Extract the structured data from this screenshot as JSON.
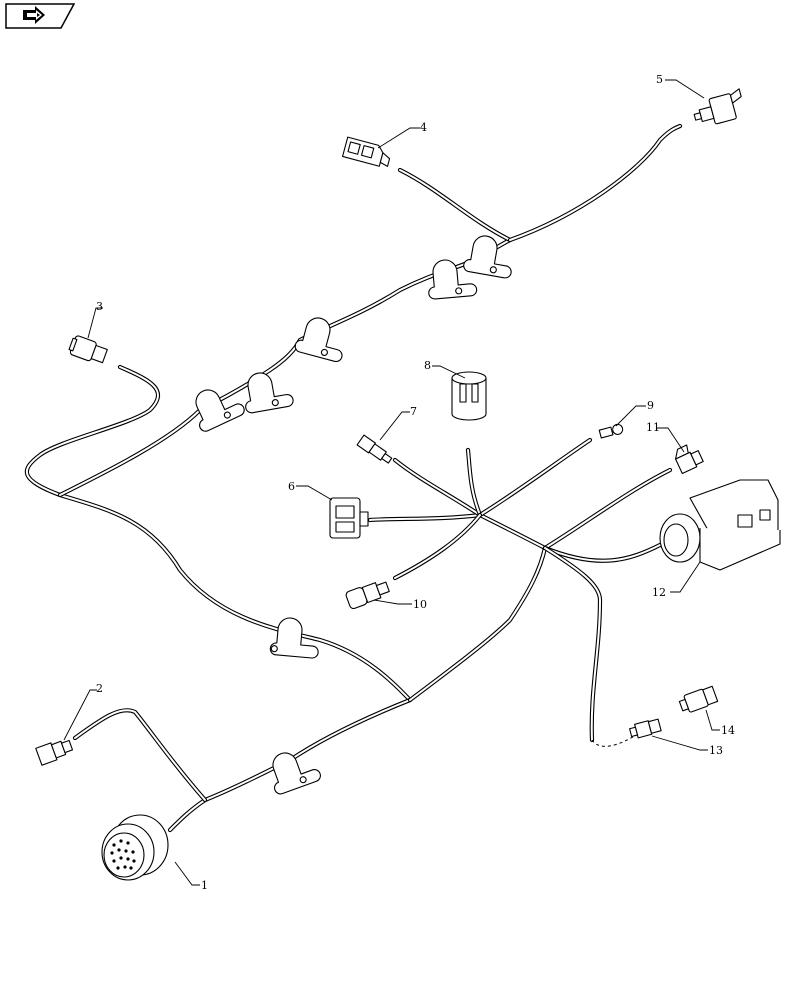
{
  "diagram": {
    "callouts": [
      {
        "id": "c1",
        "label": "1"
      },
      {
        "id": "c2",
        "label": "2"
      },
      {
        "id": "c3",
        "label": "3"
      },
      {
        "id": "c4",
        "label": "4"
      },
      {
        "id": "c5",
        "label": "5"
      },
      {
        "id": "c6",
        "label": "6"
      },
      {
        "id": "c7",
        "label": "7"
      },
      {
        "id": "c8",
        "label": "8"
      },
      {
        "id": "c9",
        "label": "9"
      },
      {
        "id": "c10",
        "label": "10"
      },
      {
        "id": "c11",
        "label": "11"
      },
      {
        "id": "c12",
        "label": "12"
      },
      {
        "id": "c13",
        "label": "13"
      },
      {
        "id": "c14",
        "label": "14"
      }
    ]
  },
  "nav": {
    "icon": "page-navigation-arrow-icon"
  }
}
